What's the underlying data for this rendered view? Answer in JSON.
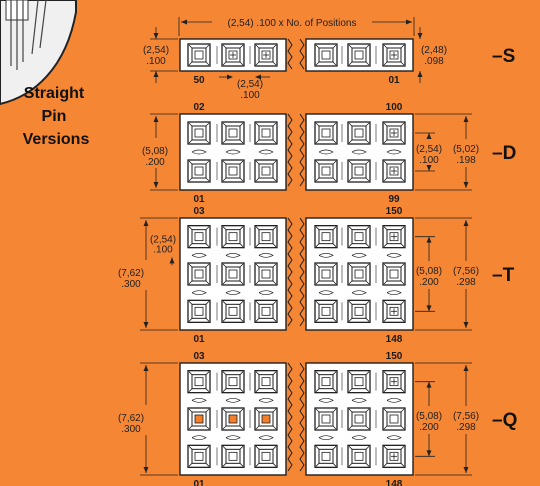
{
  "colors": {
    "background": "#f58634",
    "body": "#ffffff",
    "outline": "#1e1e1e",
    "window_fill": "#f47f2a"
  },
  "icons": {
    "pin_illustration": "straight-pin-icon"
  },
  "heading": {
    "line1": "Straight",
    "line2": "Pin",
    "line3": "Versions"
  },
  "top_dimension": "(2,54) .100 x No. of Positions",
  "rows": [
    {
      "suffix": "–S",
      "pin_rows": 1,
      "left_dim": [
        "(2,54)",
        ".100"
      ],
      "pitch_dim": [
        "(2,54)",
        ".100"
      ],
      "right_dims": [
        [
          "(2,48)",
          ".098"
        ]
      ],
      "pos_top_left": "",
      "pos_top_right": "",
      "pos_bottom_left": "50",
      "pos_bottom_right": "01"
    },
    {
      "suffix": "–D",
      "pin_rows": 2,
      "left_dim": [
        "(5,08)",
        ".200"
      ],
      "right_dims": [
        [
          "(2,54)",
          ".100"
        ],
        [
          "(5,02)",
          ".198"
        ]
      ],
      "pos_top_left": "02",
      "pos_top_right": "100",
      "pos_bottom_left": "01",
      "pos_bottom_right": "99"
    },
    {
      "suffix": "–T",
      "pin_rows": 3,
      "left_dim": [
        "(7,62)",
        ".300"
      ],
      "pitch_dim": [
        "(2,54)",
        ".100"
      ],
      "right_dims": [
        [
          "(5,08)",
          ".200"
        ],
        [
          "(7,56)",
          ".298"
        ]
      ],
      "pos_top_left": "03",
      "pos_top_right": "150",
      "pos_bottom_left": "01",
      "pos_bottom_right": "148"
    },
    {
      "suffix": "–Q",
      "pin_rows": 3,
      "left_dim": [
        "(7,62)",
        ".300"
      ],
      "right_dims": [
        [
          "(5,08)",
          ".200"
        ],
        [
          "(7,56)",
          ".298"
        ]
      ],
      "pos_top_left": "03",
      "pos_top_right": "150",
      "pos_bottom_left": "01",
      "pos_bottom_right": "148"
    }
  ]
}
